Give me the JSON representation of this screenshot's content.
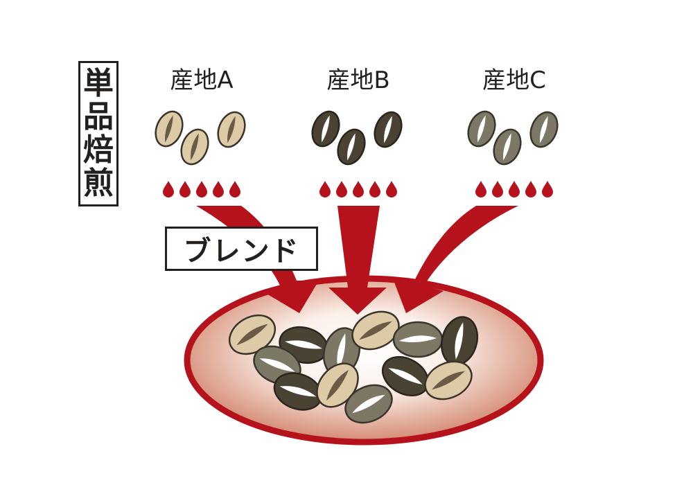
{
  "single_roast_label": "単品焙煎",
  "origins": [
    {
      "label": "産地A",
      "bean_color": "#dccba6",
      "bean_stroke": "#3b332a",
      "crease": "#6b5a45"
    },
    {
      "label": "産地B",
      "bean_color": "#4a4334",
      "bean_stroke": "#2a241c",
      "crease": "#ffffff"
    },
    {
      "label": "産地C",
      "bean_color": "#7d7766",
      "bean_stroke": "#3a352c",
      "crease": "#ffffff"
    }
  ],
  "blend_label": "ブレンド",
  "colors": {
    "drop": "#b5121b",
    "arrow": "#b5121b",
    "bowl_rim": "#b5121b",
    "bowl_fill_outer": "#d48a72",
    "bowl_fill_inner": "#ffffff",
    "text": "#231f1c"
  }
}
